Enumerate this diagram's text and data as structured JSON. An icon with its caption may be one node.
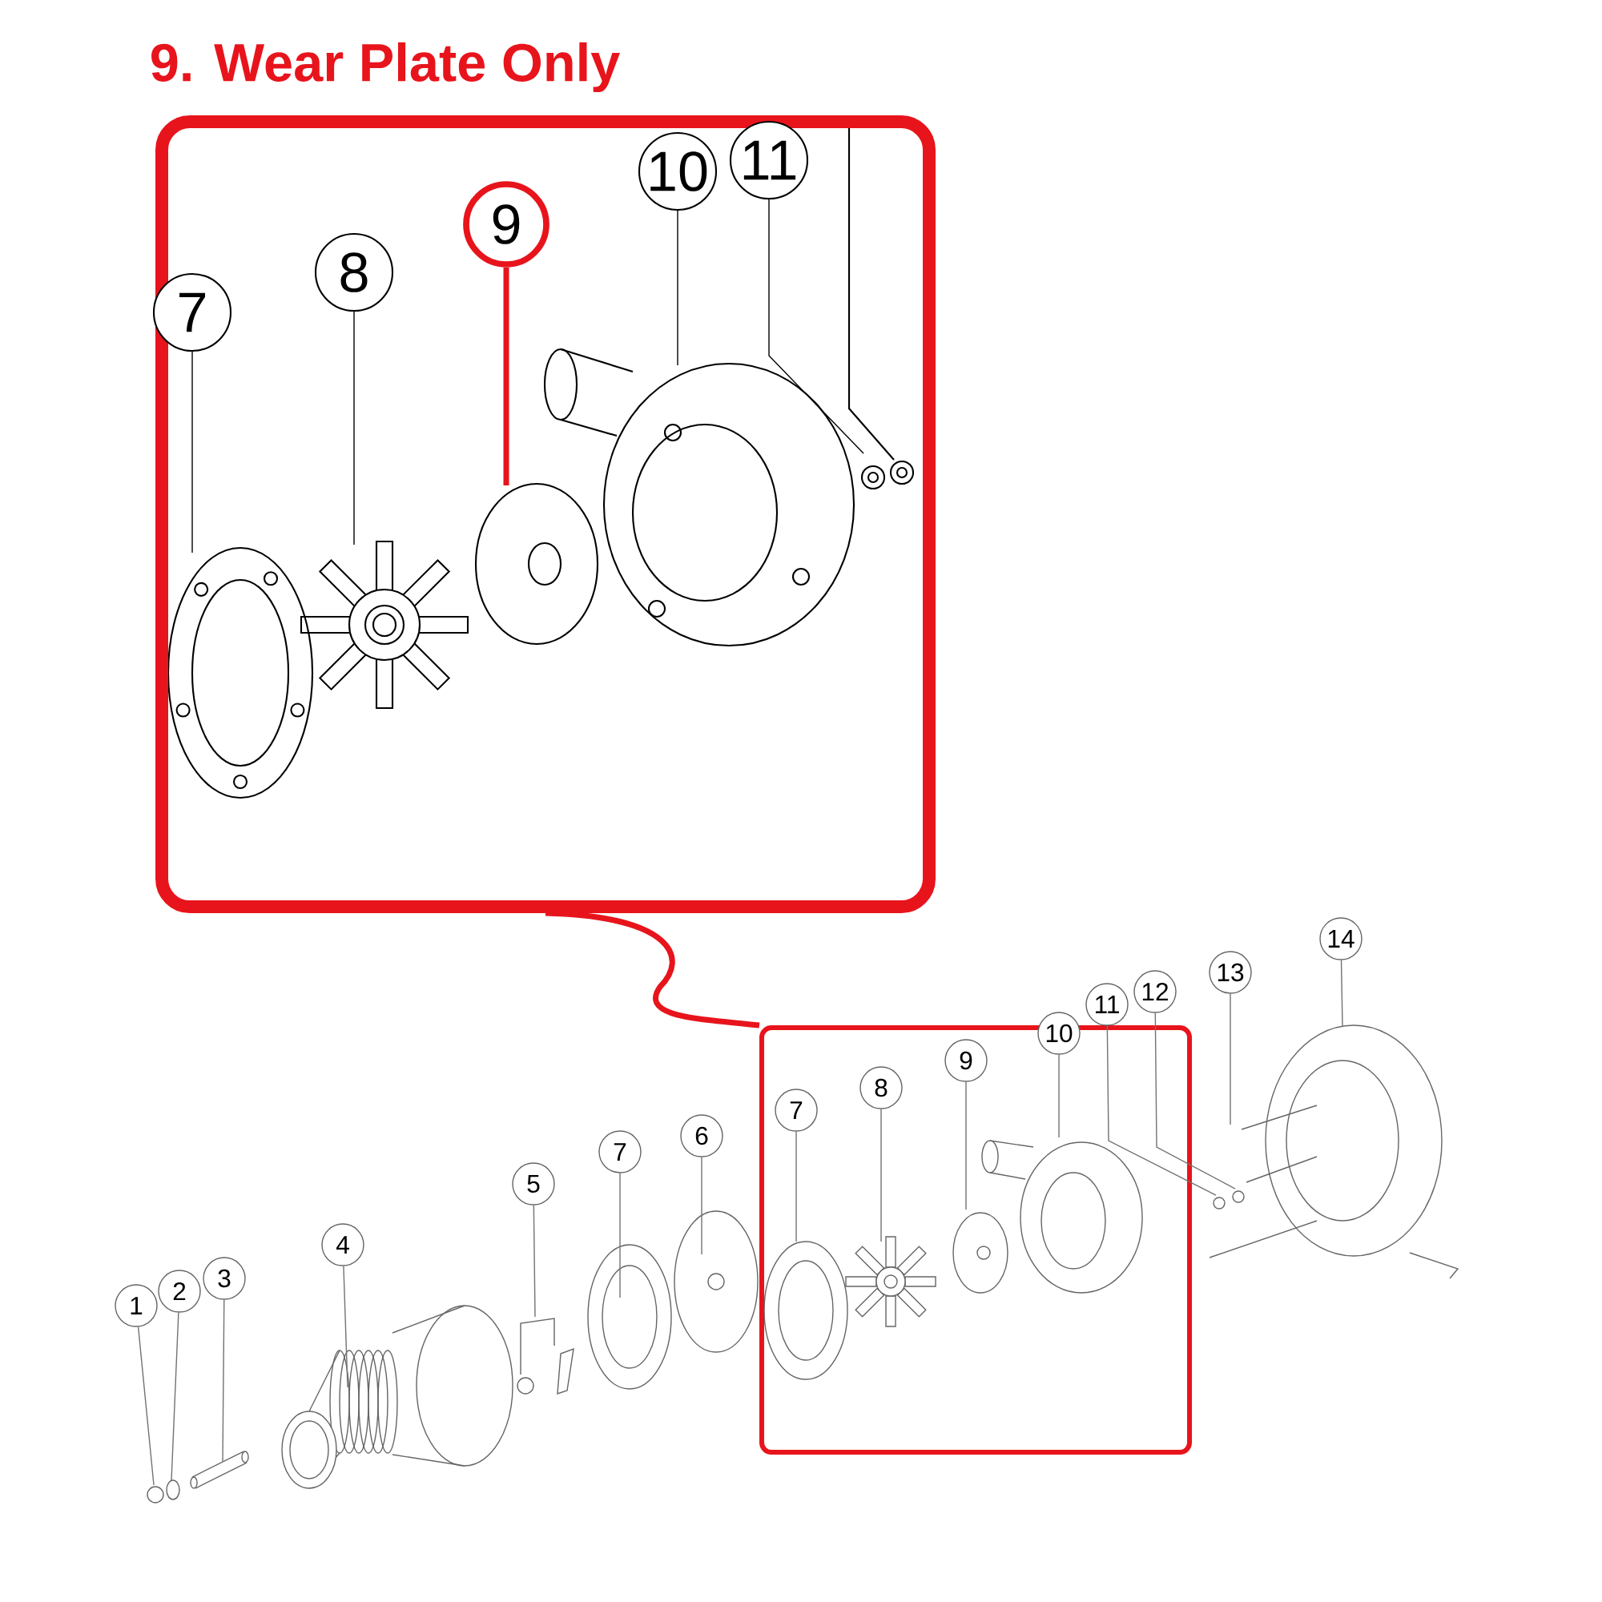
{
  "diagram": {
    "title": "9. Wear Plate Only",
    "nodes": [
      {
        "text": [],
        "shape": "box"
      },
      {
        "text": [
          "7"
        ],
        "in": 0
      },
      {
        "text": [
          "8"
        ],
        "in": 0
      },
      {
        "text": [
          "9"
        ],
        "in": 0
      },
      {
        "text": [
          "10"
        ],
        "in": 0
      },
      {
        "text": [
          "11"
        ],
        "in": 0
      },
      {
        "text": [],
        "shape": "box"
      },
      {
        "text": [
          "1"
        ]
      },
      {
        "text": [
          "2"
        ]
      },
      {
        "text": [
          "3"
        ]
      },
      {
        "text": [
          "4"
        ]
      },
      {
        "text": [
          "5"
        ]
      },
      {
        "text": [
          "7"
        ]
      },
      {
        "text": [
          "6"
        ]
      },
      {
        "text": [
          "7"
        ],
        "in": 6
      },
      {
        "text": [
          "8"
        ],
        "in": 6
      },
      {
        "text": [
          "9"
        ],
        "in": 6
      },
      {
        "text": [
          "10"
        ]
      },
      {
        "text": [
          "11"
        ]
      },
      {
        "text": [
          "12"
        ]
      },
      {
        "text": [
          "13"
        ]
      },
      {
        "text": [
          "14"
        ]
      }
    ],
    "edges": [
      {
        "from": 0,
        "to": 6,
        "arrow": "none",
        "style": "thick",
        "color": "#e8141c"
      },
      {
        "from": 1,
        "to": null,
        "arrow": "none",
        "color": "#000000"
      },
      {
        "from": 2,
        "to": null,
        "arrow": "none",
        "color": "#000000"
      },
      {
        "from": 3,
        "to": null,
        "arrow": "none",
        "style": "thick",
        "color": "#e8141c"
      },
      {
        "from": 4,
        "to": null,
        "arrow": "none",
        "color": "#000000"
      },
      {
        "from": 5,
        "to": null,
        "arrow": "none",
        "color": "#000000"
      },
      {
        "from": 7,
        "to": null,
        "arrow": "none"
      },
      {
        "from": 8,
        "to": null,
        "arrow": "none"
      },
      {
        "from": 9,
        "to": null,
        "arrow": "none"
      },
      {
        "from": 10,
        "to": null,
        "arrow": "none"
      },
      {
        "from": 11,
        "to": null,
        "arrow": "none"
      },
      {
        "from": 12,
        "to": null,
        "arrow": "none"
      },
      {
        "from": 13,
        "to": null,
        "arrow": "none"
      },
      {
        "from": 14,
        "to": null,
        "arrow": "none"
      },
      {
        "from": 15,
        "to": null,
        "arrow": "none"
      },
      {
        "from": 16,
        "to": null,
        "arrow": "none"
      },
      {
        "from": 17,
        "to": null,
        "arrow": "none"
      },
      {
        "from": 18,
        "to": null,
        "arrow": "none"
      },
      {
        "from": 19,
        "to": null,
        "arrow": "none"
      },
      {
        "from": 20,
        "to": null,
        "arrow": "none"
      },
      {
        "from": 21,
        "to": null,
        "arrow": "none"
      }
    ]
  }
}
